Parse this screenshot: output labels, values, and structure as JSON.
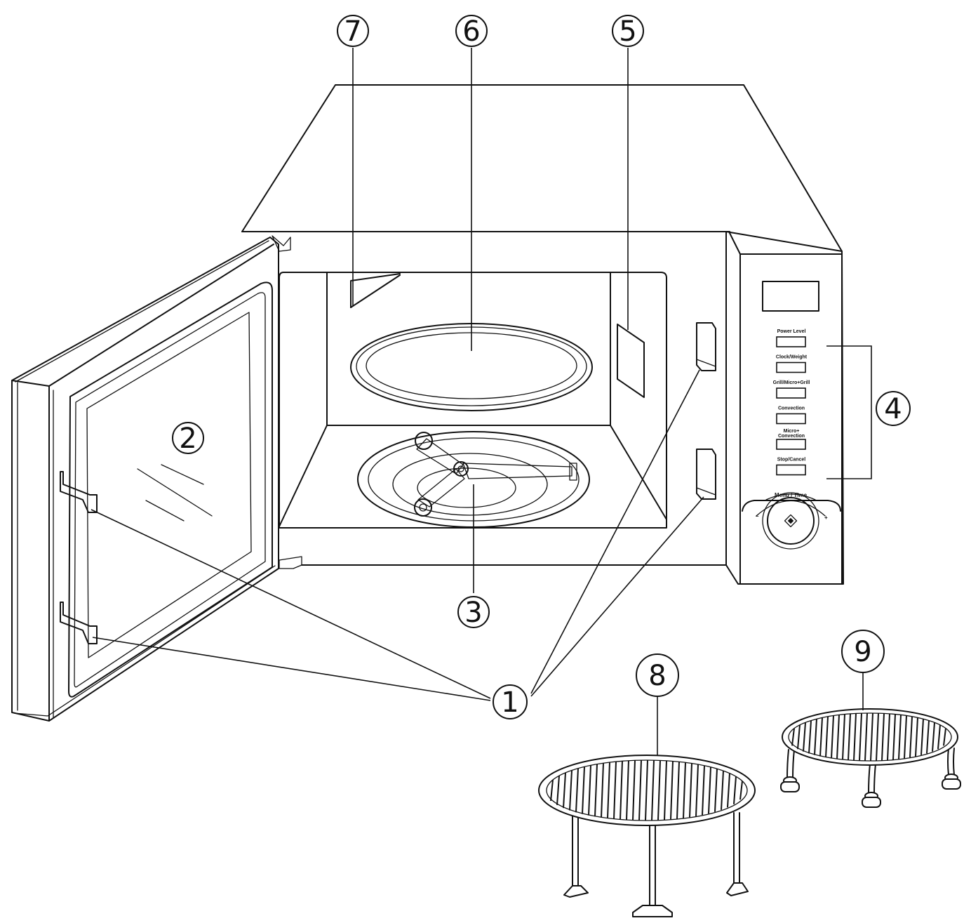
{
  "callouts": [
    "1",
    "2",
    "3",
    "4",
    "5",
    "6",
    "7",
    "8",
    "9"
  ],
  "control_panel": {
    "buttons": [
      "Power Level",
      "Clock/Weight",
      "Grill/Micro+Grill",
      "Convection",
      "Micro+\nConvection",
      "Stop/Cancel"
    ],
    "dial_label": "Menu / Time",
    "dial_minus": "–",
    "dial_plus": "+"
  },
  "colors": {
    "line": "#111111",
    "background": "#ffffff"
  }
}
